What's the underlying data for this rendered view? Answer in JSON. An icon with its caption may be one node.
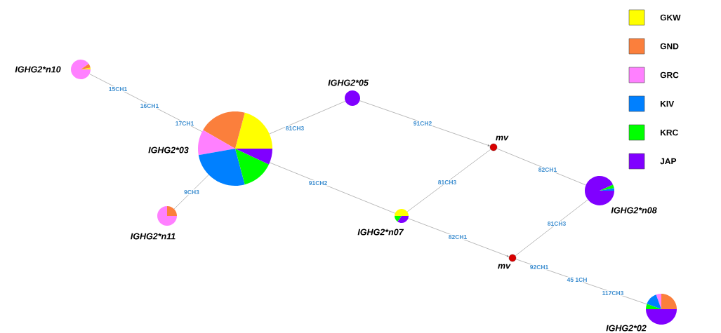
{
  "diagram": {
    "nodes": [
      {
        "text": [
          "IGHG2*n10"
        ]
      },
      {
        "text": [
          "IGHG2*03"
        ]
      },
      {
        "text": [
          "IGHG2*n11"
        ]
      },
      {
        "text": [
          "IGHG2*05"
        ]
      },
      {
        "text": [
          "mv"
        ]
      },
      {
        "text": [
          "IGHG2*n07"
        ]
      },
      {
        "text": [
          "IGHG2*n08"
        ]
      },
      {
        "text": [
          "mv"
        ]
      },
      {
        "text": [
          "IGHG2*02"
        ]
      }
    ],
    "edges": [
      {
        "from": 0,
        "to": 1,
        "arrow": "none",
        "label": "17CH1"
      },
      {
        "from": 1,
        "to": 2,
        "arrow": "none",
        "label": "9CH3"
      },
      {
        "from": 1,
        "to": 3,
        "arrow": "none",
        "label": "81CH3"
      },
      {
        "from": 3,
        "to": 4,
        "arrow": "to",
        "label": "91CH2"
      },
      {
        "from": 1,
        "to": 5,
        "arrow": "none",
        "label": "91CH2"
      },
      {
        "from": 5,
        "to": 4,
        "arrow": "none",
        "label": "81CH3"
      },
      {
        "from": 4,
        "to": 6,
        "arrow": "none",
        "label": "82CH1"
      },
      {
        "from": 5,
        "to": 7,
        "arrow": "to",
        "label": "82CH1"
      },
      {
        "from": 7,
        "to": 6,
        "arrow": "none",
        "label": "81CH3"
      },
      {
        "from": 7,
        "to": 8,
        "arrow": "none",
        "label": "92CH1"
      }
    ],
    "labels": [
      "15CH1",
      "16CH1",
      "45 1CH",
      "117CH3"
    ],
    "legend": [
      {
        "text": "GKW",
        "color": "#ffff00"
      },
      {
        "text": "GND",
        "color": "#fb7f3c"
      },
      {
        "text": "GRC",
        "color": "#ff80ff"
      },
      {
        "text": "KIV",
        "color": "#0080ff"
      },
      {
        "text": "KRC",
        "color": "#00ff00"
      },
      {
        "text": "JAP",
        "color": "#8000ff"
      }
    ]
  }
}
